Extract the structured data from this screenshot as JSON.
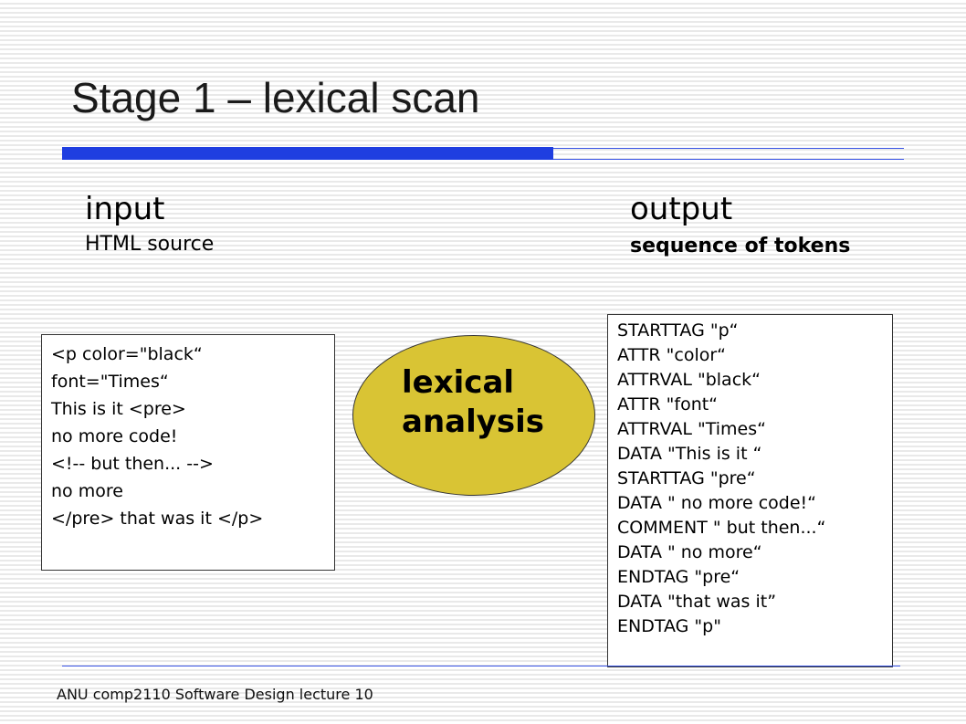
{
  "slide": {
    "title": "Stage 1 – lexical scan",
    "footer": "ANU comp2110 Software Design lecture 10"
  },
  "input": {
    "heading": "input",
    "subheading": "HTML source",
    "lines": [
      "<p color=\"black“",
      "font=\"Times“",
      "This is it <pre>",
      "no more code!",
      "<!-- but then... -->",
      "no more",
      "</pre> that was it </p>"
    ]
  },
  "process": {
    "label_line1": "lexical",
    "label_line2": "analysis"
  },
  "output": {
    "heading": "output",
    "subheading": "sequence of tokens",
    "tokens": [
      "STARTTAG \"p“",
      "ATTR \"color“",
      "ATTRVAL \"black“",
      "ATTR \"font“",
      "ATTRVAL \"Times“",
      "DATA \"This is it “",
      "STARTTAG \"pre“",
      "DATA \" no more code!“",
      "COMMENT \" but then...“",
      "DATA \" no more“",
      "ENDTAG \"pre“",
      "DATA \"that was it”",
      "ENDTAG \"p\""
    ]
  },
  "colors": {
    "accent_bar": "#1f3ee0",
    "ellipse_fill": "#d9c434"
  }
}
